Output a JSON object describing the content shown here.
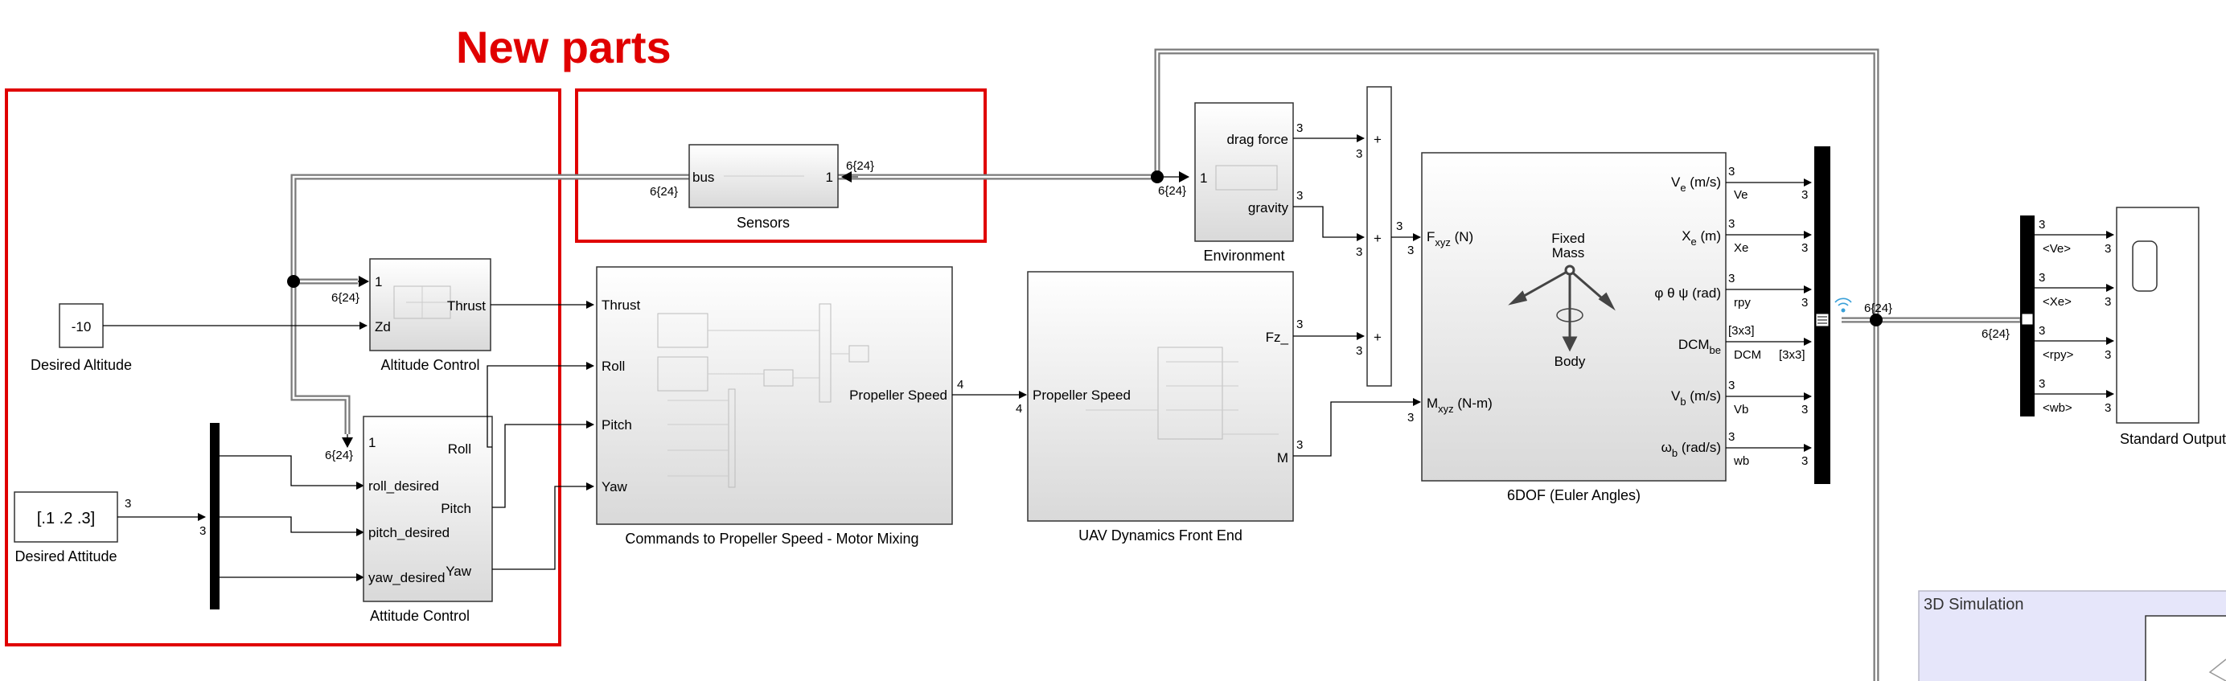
{
  "title": "New parts",
  "blocks": {
    "desired_altitude": {
      "value": "-10",
      "caption": "Desired Altitude"
    },
    "desired_attitude": {
      "value": "[.1 .2 .3]",
      "caption": "Desired Attitude",
      "port_dim": "3"
    },
    "altitude_control": {
      "caption": "Altitude Control",
      "in1": "1",
      "in2": "Zd",
      "out": "Thrust",
      "dim_in": "6{24}"
    },
    "attitude_control": {
      "caption": "Attitude Control",
      "in1": "1",
      "in2": "roll_desired",
      "in3": "pitch_desired",
      "in4": "yaw_desired",
      "out1": "Roll",
      "out2": "Pitch",
      "out3": "Yaw",
      "dim_in": "6{24}"
    },
    "sensors": {
      "caption": "Sensors",
      "in": "bus",
      "out": "1",
      "dim_left": "6{24}",
      "dim_right": "6{24}"
    },
    "motor_mixing": {
      "caption": "Commands to Propeller Speed - Motor Mixing",
      "in1": "Thrust",
      "in2": "Roll",
      "in3": "Pitch",
      "in4": "Yaw",
      "out": "Propeller Speed",
      "dim": "4"
    },
    "uav_dynamics": {
      "caption": "UAV Dynamics Front End",
      "in": "Propeller Speed",
      "out1": "Fz_",
      "out2": "M",
      "dim_in": "4",
      "dim_fz": "3",
      "dim_m": "3"
    },
    "environment": {
      "caption": "Environment",
      "in": "1",
      "out1": "drag force",
      "out2": "gravity",
      "dim_in": "6{24}",
      "dim1": "3",
      "dim2": "3"
    },
    "sixdof": {
      "caption": "6DOF (Euler Angles)",
      "center_top": "Fixed",
      "center_mid": "Mass",
      "center_bottom": "Body",
      "in_f": "F",
      "in_f_sub": "xyz",
      "in_f_unit": " (N)",
      "in_m": "M",
      "in_m_sub": "xyz",
      "in_m_unit": " (N-m)",
      "outputs": [
        {
          "label": "V",
          "sub": "e",
          "unit": " (m/s)",
          "signal": "Ve",
          "dim": "3"
        },
        {
          "label": "X",
          "sub": "e",
          "unit": " (m)",
          "signal": "Xe",
          "dim": "3"
        },
        {
          "label": "φ θ ψ (rad)",
          "sub": "",
          "unit": "",
          "signal": "rpy",
          "dim": "3"
        },
        {
          "label": "DCM",
          "sub": "be",
          "unit": "",
          "signal": "DCM",
          "dim": "[3x3]"
        },
        {
          "label": "V",
          "sub": "b",
          "unit": " (m/s)",
          "signal": "Vb",
          "dim": "3"
        },
        {
          "label": "ω",
          "sub": "b",
          "unit": " (rad/s)",
          "signal": "wb",
          "dim": "3"
        }
      ]
    },
    "bus_out_dim": "6{24}",
    "standard_output": {
      "caption": "Standard Output",
      "dim_in": "6{24}",
      "signals": [
        "<Ve>",
        "<Xe>",
        "<rpy>",
        "<wb>"
      ],
      "dims": [
        "3",
        "3",
        "3",
        "3"
      ]
    },
    "sim3d": {
      "caption": "3D Simulation"
    },
    "sum_dims": {
      "top": "3",
      "mid": "3",
      "bottom": "3",
      "out": "3"
    },
    "signs": [
      "+",
      "+",
      "+"
    ]
  },
  "colors": {
    "highlight_red": "#e00000",
    "area_fill": "#e6e6fa"
  }
}
